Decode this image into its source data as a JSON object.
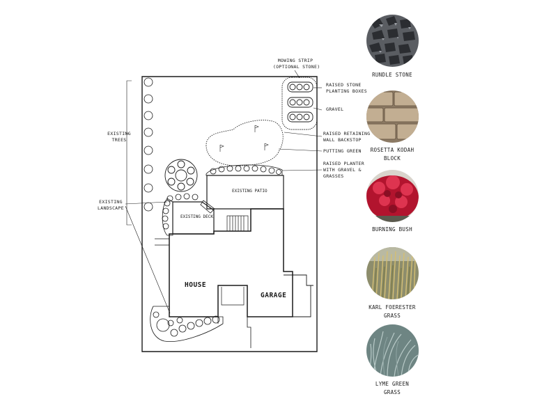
{
  "callouts": {
    "mowing_strip": [
      "Mowing Strip",
      "(Optional Stone)"
    ],
    "stone_boxes": [
      "Raised Stone",
      "Planting Boxes"
    ],
    "gravel": "Gravel",
    "retaining_wall": [
      "Raised Retaining",
      "Wall Backstop"
    ],
    "putting_green": "Putting Green",
    "raised_planter": [
      "Raised Planter",
      "With Gravel &",
      "Grasses"
    ],
    "existing_trees": [
      "Existing",
      "Trees"
    ],
    "existing_landscape": [
      "Existing",
      "Landscape"
    ]
  },
  "plan_labels": {
    "patio": "Existing Patio",
    "deck": "Existing Deck",
    "house": "House",
    "garage": "Garage"
  },
  "materials": [
    {
      "name": "Rundle Stone",
      "lines": [
        "Rundle Stone"
      ],
      "icon": "rundle-stone-swatch"
    },
    {
      "name": "Rosetta Kodah Block",
      "lines": [
        "Rosetta Kodah",
        "Block"
      ],
      "icon": "rosetta-block-swatch"
    },
    {
      "name": "Burning Bush",
      "lines": [
        "Burning Bush"
      ],
      "icon": "burning-bush-swatch"
    },
    {
      "name": "Karl Foerester Grass",
      "lines": [
        "Karl Foerester",
        "Grass"
      ],
      "icon": "karl-foerester-grass-swatch"
    },
    {
      "name": "Lyme Green Grass",
      "lines": [
        "Lyme Green",
        "Grass"
      ],
      "icon": "lyme-green-grass-swatch"
    }
  ],
  "colors": {
    "line": "#1a1a1a",
    "rundle": "#3a3d42",
    "block": "#b8a48a",
    "burning_bush": "#c8203a",
    "karl_grass": "#c9b56a",
    "lyme_grass": "#9fb3b2"
  }
}
